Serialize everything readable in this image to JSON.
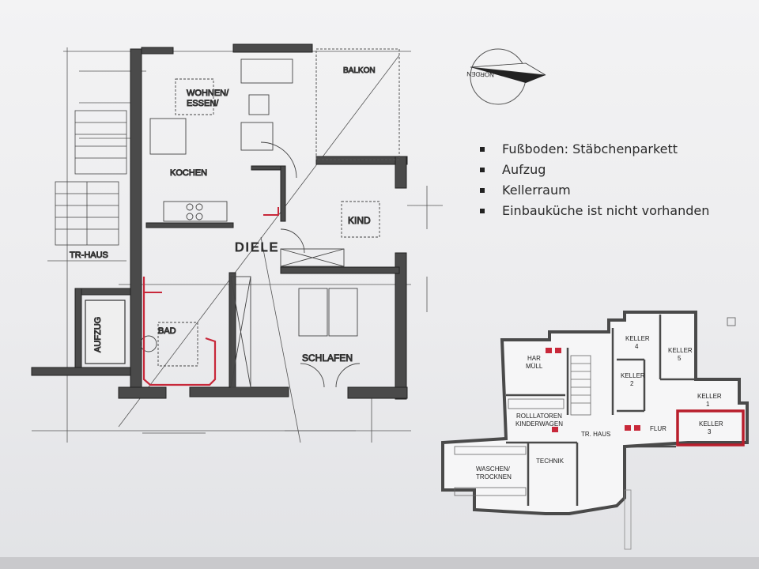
{
  "compass": {
    "label": "NORDEN"
  },
  "features": [
    "Fußboden: Stäbchenparkett",
    "Aufzug",
    "Kellerraum",
    "Einbauküche ist nicht vorhanden"
  ],
  "apartment_plan": {
    "rooms": {
      "wohnen": "WOHNEN/",
      "essen": "ESSEN/",
      "kochen": "KOCHEN",
      "diele": "DIELE",
      "kind": "KIND",
      "balkon": "BALKON",
      "treppenhaus": "TR-HAUS",
      "aufzug": "AUFZUG",
      "bad": "BAD",
      "schlafen": "SCHLAFEN"
    },
    "highlight_color": "#c8283a"
  },
  "basement_plan": {
    "rooms": {
      "har": "HAR",
      "muell": "MÜLL",
      "keller4": "KELLER",
      "keller4_num": "4",
      "keller5": "KELLER",
      "keller5_num": "5",
      "keller2": "KELLER",
      "keller2_num": "2",
      "keller1": "KELLER",
      "keller1_num": "1",
      "keller3": "KELLER",
      "keller3_num": "3",
      "rollatoren": "ROLLLATOREN",
      "kinderwagen": "KINDERWAGEN",
      "trhaus": "TR. HAUS",
      "flur": "FLUR",
      "waschen": "WASCHEN/",
      "trocknen": "TROCKNEN",
      "technik": "TECHNIK"
    },
    "highlighted_room": "KELLER 3",
    "highlight_color": "#b81e2c"
  }
}
